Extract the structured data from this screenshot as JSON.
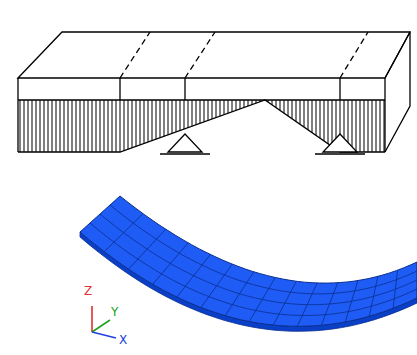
{
  "diagram": {
    "labels": [
      "Z",
      "Y",
      "X"
    ]
  }
}
